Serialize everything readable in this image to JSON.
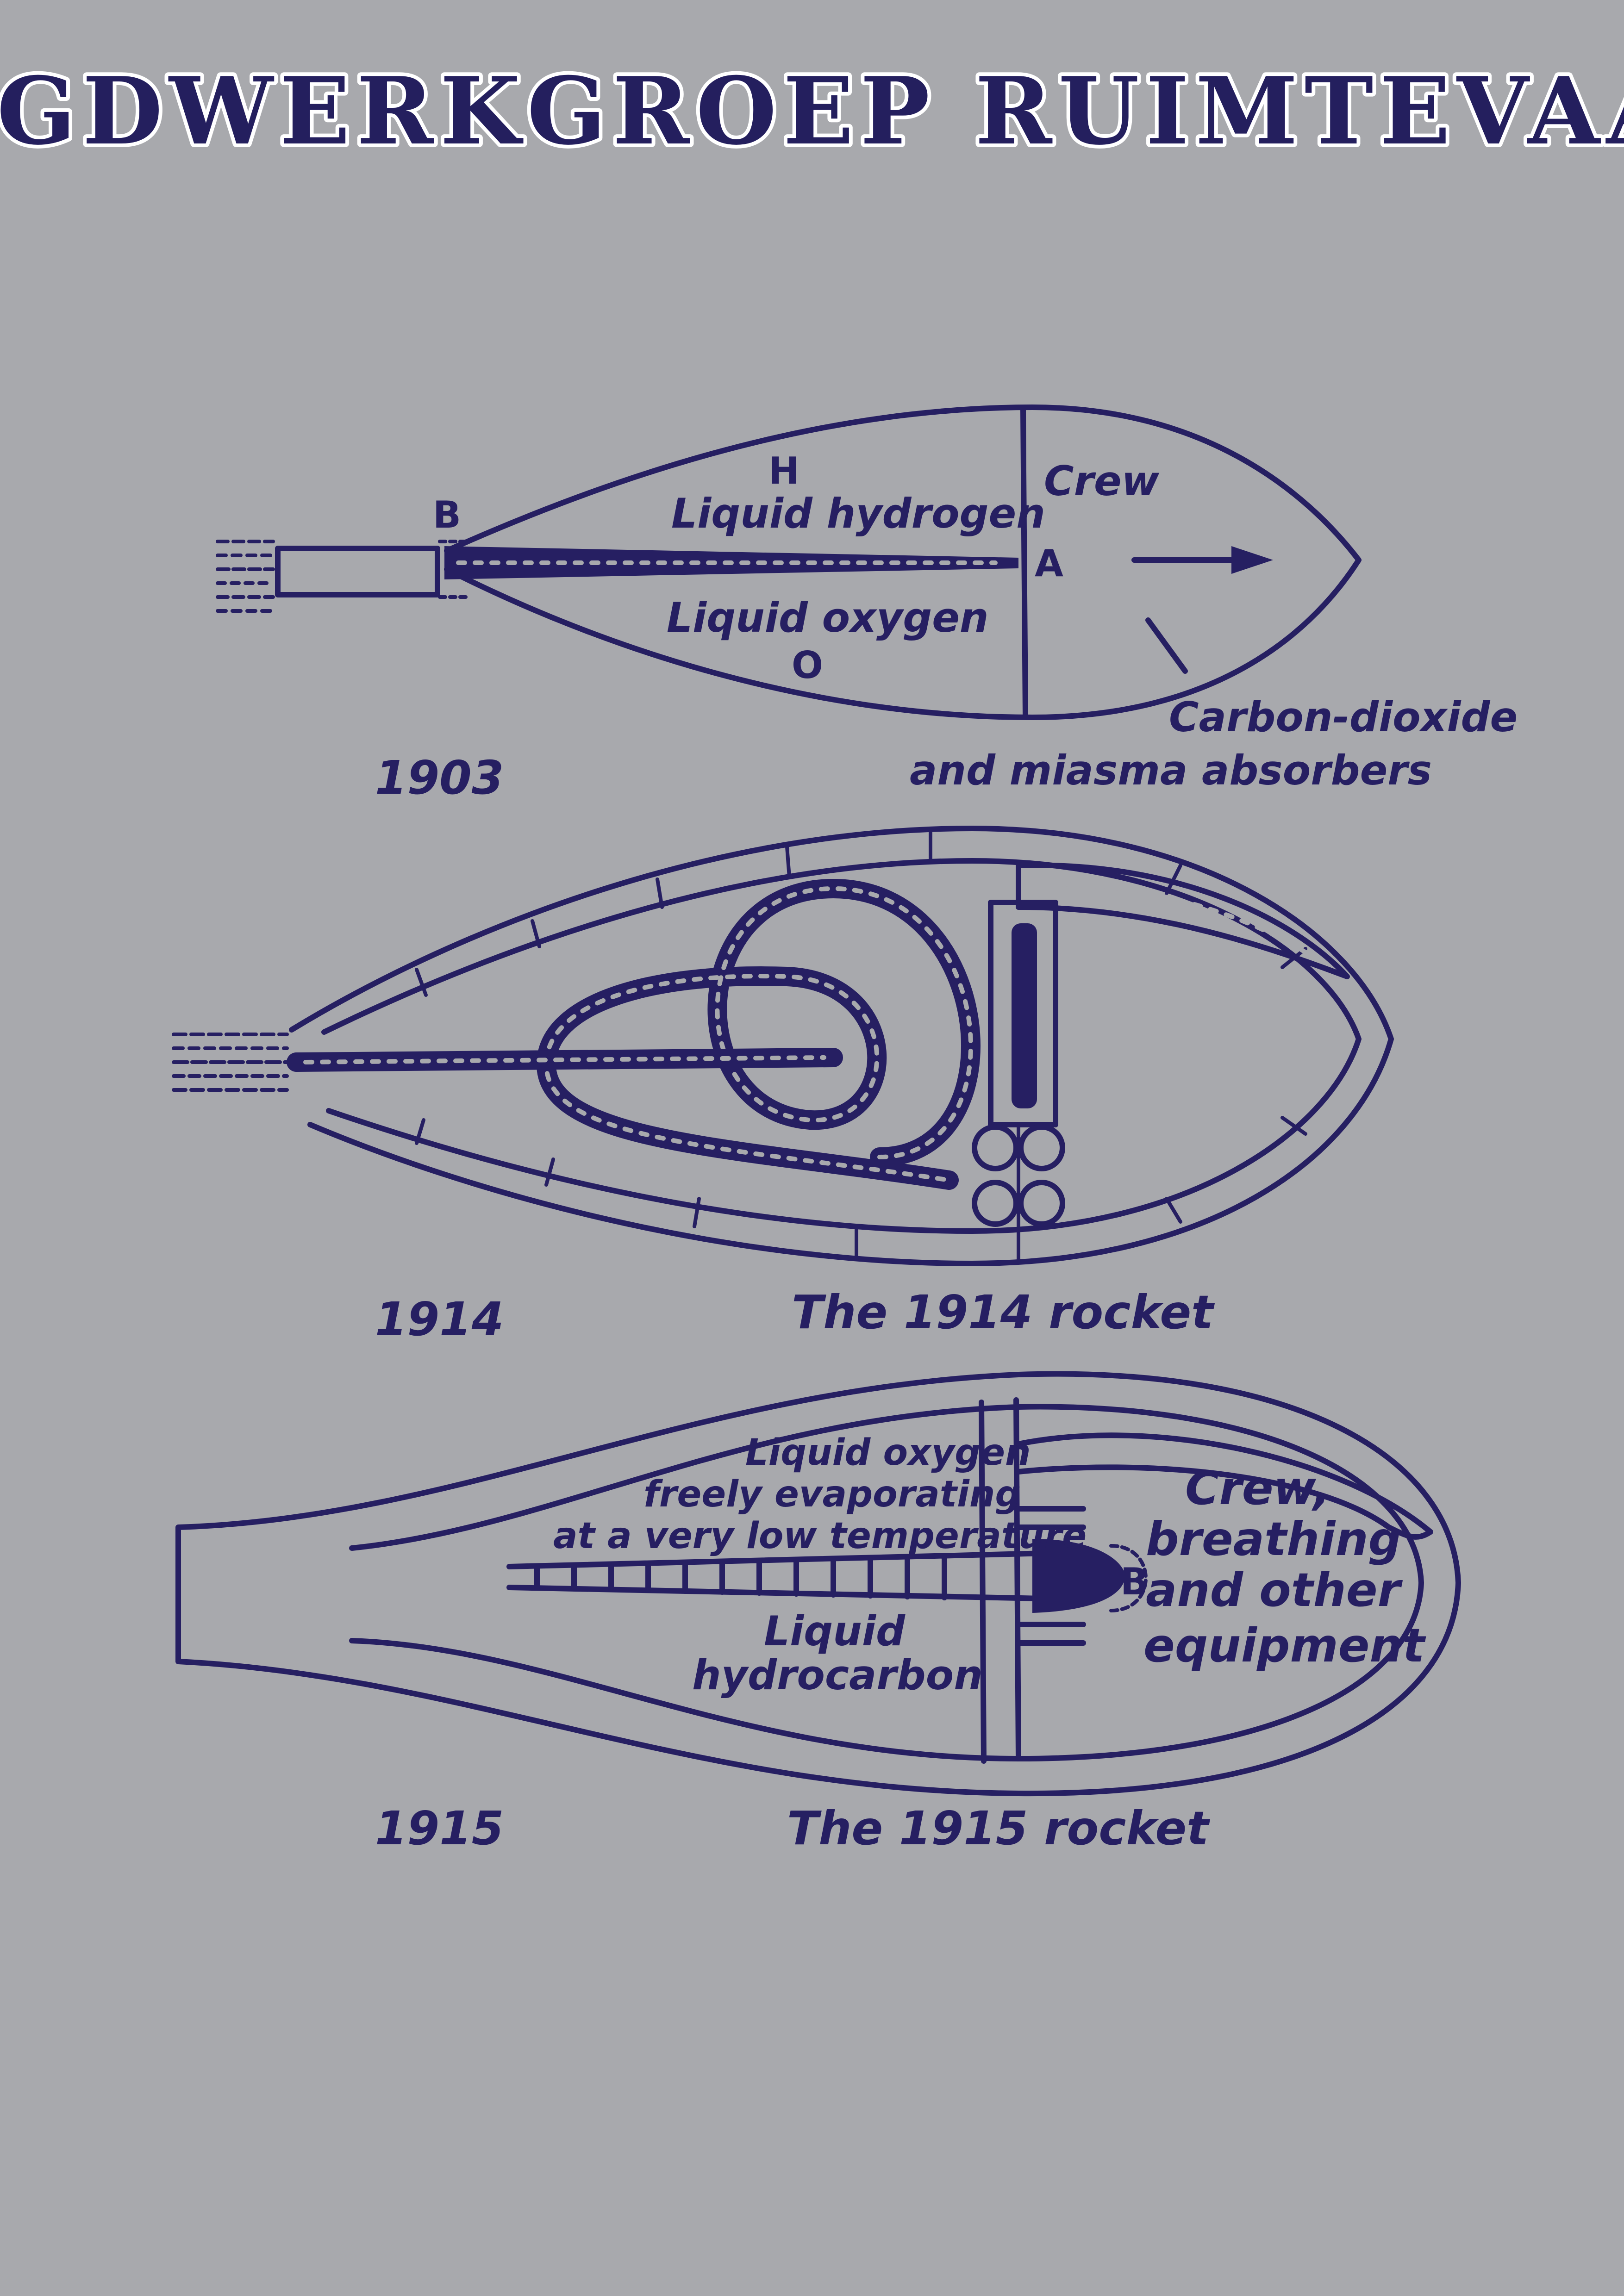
{
  "title": "JEUGDWERKGROEP RUIMTEVAART",
  "colors": {
    "background": "#a8a9ad",
    "ink": "#261f62",
    "title_outline": "#ffffff"
  },
  "rockets": [
    {
      "year": "1903",
      "labels": {
        "liquid_hydrogen": "Liquid hydrogen",
        "liquid_oxygen": "Liquid oxygen",
        "crew": "Crew",
        "absorbers_line1": "Carbon-dioxide",
        "absorbers_line2": "and miasma absorbers",
        "point_h": "H",
        "point_o": "O",
        "point_a": "A",
        "point_b": "B"
      }
    },
    {
      "year": "1914",
      "caption": "The 1914 rocket"
    },
    {
      "year": "1915",
      "caption": "The 1915 rocket",
      "labels": {
        "oxygen_line1": "Liquid oxygen",
        "oxygen_line2": "freely evaporating",
        "oxygen_line3": "at a very low temperature",
        "hydrocarbon_line1": "Liquid",
        "hydrocarbon_line2": "hydrocarbon",
        "crew_line1": "Crew,",
        "crew_line2": "breathing",
        "crew_line3": "and other",
        "crew_line4": "equipment",
        "point_b": "B"
      }
    }
  ]
}
